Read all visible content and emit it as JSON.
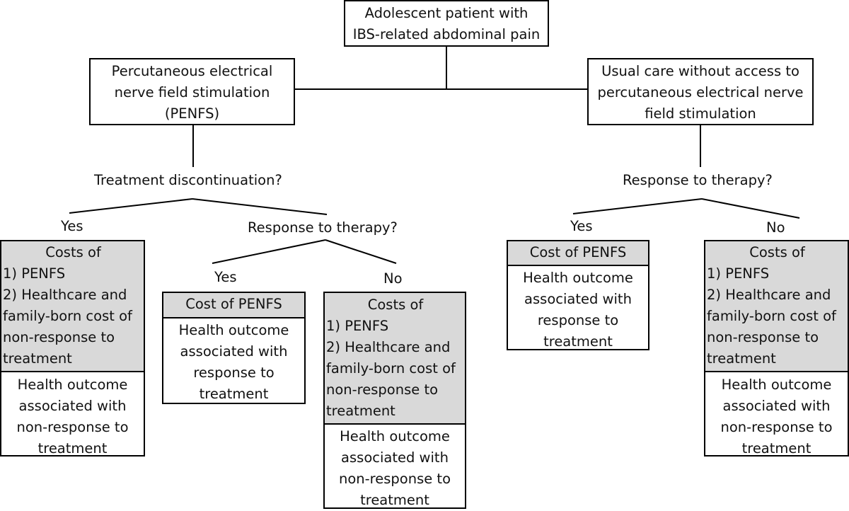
{
  "root": {
    "lines": [
      "Adolescent patient with",
      "IBS-related abdominal pain"
    ]
  },
  "penfs_arm": {
    "lines": [
      "Percutaneous electrical",
      "nerve field stimulation",
      "(PENFS)"
    ]
  },
  "usual_arm": {
    "lines": [
      "Usual care without access to",
      "percutaneous electrical nerve",
      "field stimulation"
    ]
  },
  "decisions": {
    "discontinuation": "Treatment discontinuation?",
    "penfs_response": "Response to therapy?",
    "usual_response": "Response to therapy?"
  },
  "branches": {
    "disc_yes": "Yes",
    "penfs_yes": "Yes",
    "penfs_no": "No",
    "usual_yes": "Yes",
    "usual_no": "No"
  },
  "outcomes": {
    "disc_yes": {
      "cost": [
        "Costs of",
        "1) PENFS",
        "2) Healthcare and",
        "family-born cost of",
        "non-response to",
        "treatment"
      ],
      "health": [
        "Health outcome",
        "associated with",
        "non-response to",
        "treatment"
      ]
    },
    "penfs_yes": {
      "cost": [
        "Cost of PENFS"
      ],
      "health": [
        "Health outcome",
        "associated with",
        "response to",
        "treatment"
      ]
    },
    "penfs_no": {
      "cost": [
        "Costs of",
        "1) PENFS",
        "2) Healthcare and",
        "family-born cost of",
        "non-response to",
        "treatment"
      ],
      "health": [
        "Health outcome",
        "associated with",
        "non-response to",
        "treatment"
      ]
    },
    "usual_yes": {
      "cost": [
        "Cost of PENFS"
      ],
      "health": [
        "Health outcome",
        "associated with",
        "response to",
        "treatment"
      ]
    },
    "usual_no": {
      "cost": [
        "Costs of",
        "1) PENFS",
        "2) Healthcare and",
        "family-born cost of",
        "non-response to",
        "treatment"
      ],
      "health": [
        "Health outcome",
        "associated with",
        "non-response to",
        "treatment"
      ]
    }
  }
}
